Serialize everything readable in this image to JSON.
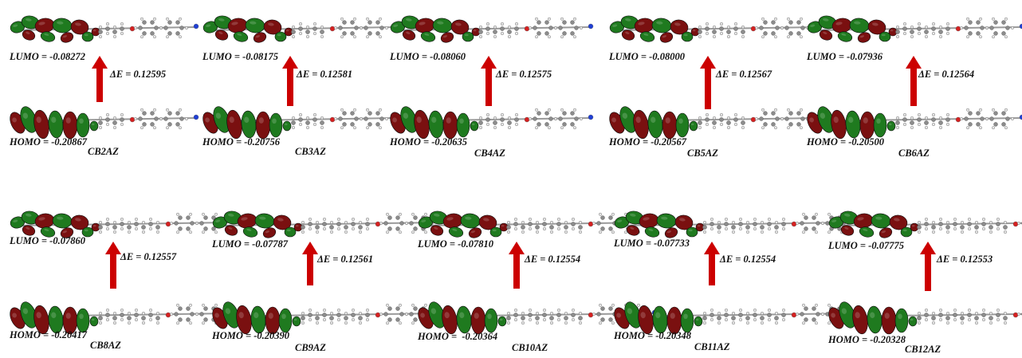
{
  "colors": {
    "lobe_green": "#1f7a1f",
    "lobe_red": "#7a1010",
    "arrow": "#cc0000",
    "carbon": "#8c8c8c",
    "hydrogen": "#e8e8e8",
    "oxygen": "#d62020",
    "nitrogen": "#1f3fd6"
  },
  "panels": [
    {
      "name": "CB2AZ",
      "lumo": "LUMO = -0.08272",
      "homo": "HOMO = -0.20867",
      "de": "ΔE = 0.12595"
    },
    {
      "name": "CB3AZ",
      "lumo": "LUMO = -0.08175",
      "homo": "HOMO = -0.20756",
      "de": "ΔE = 0.12581"
    },
    {
      "name": "CB4AZ",
      "lumo": "LUMO = -0.08060",
      "homo": "HOMO = -0.20635",
      "de": "ΔE = 0.12575"
    },
    {
      "name": "CB5AZ",
      "lumo": "LUMO = -0.08000",
      "homo": "HOMO = -0.20567",
      "de": "ΔE = 0.12567"
    },
    {
      "name": "CB6AZ",
      "lumo": "LUMO = -0.07936",
      "homo": "HOMO = -0.20500",
      "de": "ΔE = 0.12564"
    },
    {
      "name": "CB8AZ",
      "lumo": "LUMO = -0.07860",
      "homo": "HOMO = -0.20417",
      "de": "ΔE = 0.12557"
    },
    {
      "name": "CB9AZ",
      "lumo": "LUMO = -0.07787",
      "homo": "HOMO = -0.20390",
      "de": "ΔE = 0.12561"
    },
    {
      "name": "CB10AZ",
      "lumo": "LUMO = -0.07810",
      "homo": "HOMO =  -0.20364",
      "de": "ΔE = 0.12554"
    },
    {
      "name": "CB11AZ",
      "lumo": "LUMO = -0.07733",
      "homo": "HOMO = -0.20348",
      "de": "ΔE = 0.12554"
    },
    {
      "name": "CB12AZ",
      "lumo": "LUMO = -0.07775",
      "homo": "HOMO = -0.20328",
      "de": "ΔE = 0.12553"
    }
  ]
}
